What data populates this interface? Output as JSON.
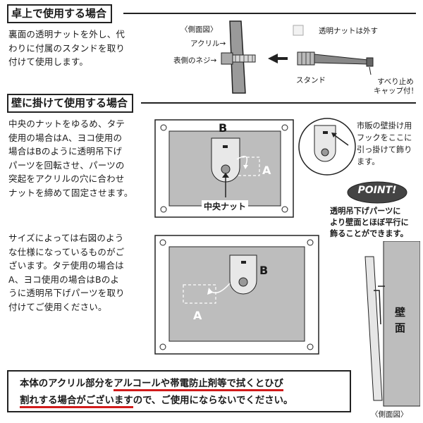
{
  "section1": {
    "title": "卓上で使用する場合",
    "text": "裏面の透明ナットを外し、代\nわりに付属のスタンドを取り\n付けて使用します。",
    "diagram": {
      "side_view_label": "〈側面図〉",
      "acrylic_label": "アクリル→",
      "front_screw_label": "表側のネジ→",
      "nut_remove_label": "透明ナットは外す",
      "stand_label": "スタンド",
      "cap_label_line1": "すべり止め",
      "cap_label_line2": "キャップ付！"
    }
  },
  "section2": {
    "title": "壁に掛けて使用する場合",
    "text1": "中央のナットをゆるめ、タテ\n使用の場合はA、ヨコ使用の\n場合はBのように透明吊下げ\nパーツを回転させ、パーツの\n突起をアクリルの穴に合わせ\nナットを締めて固定させます。",
    "text2": "サイズによっては右図のよう\nな仕様になっているものがご\nざいます。タテ使用の場合は\nA、ヨコ使用の場合はBのよ\nうに透明吊下げパーツを取り\n付けてご使用ください。",
    "diagram1": {
      "label_b": "B",
      "label_a": "A",
      "center_nut_label": "中央ナット"
    },
    "diagram2": {
      "label_b": "B",
      "label_a": "A"
    },
    "hook_text": "市販の壁掛け用\nフックをここに\n引っ掛けて飾り\nます。",
    "point_badge": "POINT!",
    "point_text": "透明吊下げパーツに\nより壁面とほぼ平行に\n飾ることができます。",
    "wall_label": "壁面",
    "side_view_label": "〈側面図〉"
  },
  "warning": {
    "line1_a": "本体のアクリル部分を",
    "line1_b": "アルコールや帯電防止剤等で拭くとひび",
    "line2_a": "割れする場合がございます",
    "line2_b": "ので、ご使用にならないでください。"
  }
}
